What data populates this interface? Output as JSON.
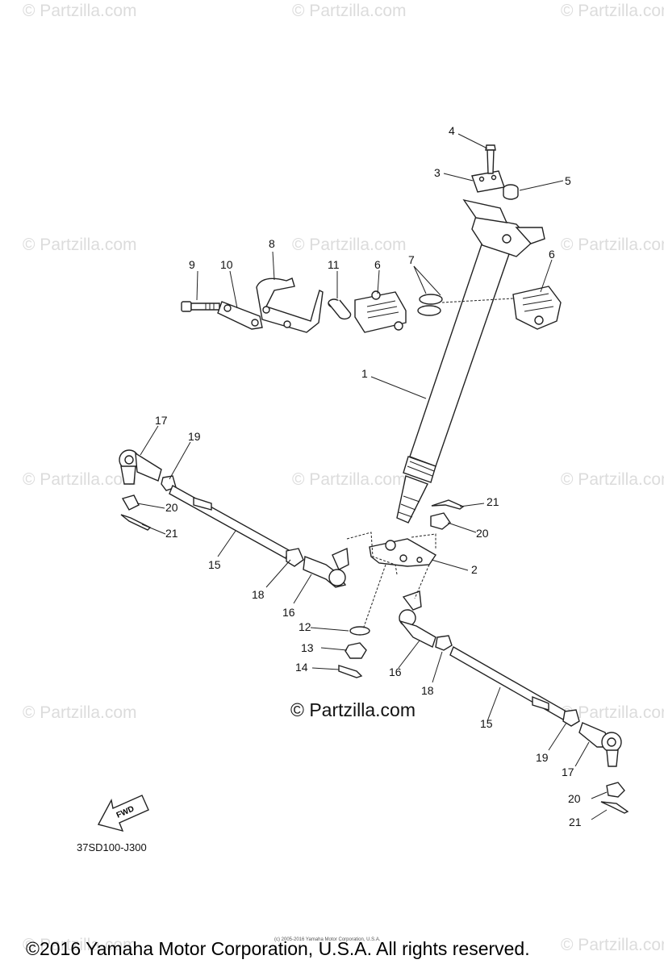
{
  "watermark": "© Partzilla.com",
  "brand_center": "© Partzilla.com",
  "diagram_code": "37SD100-J300",
  "fwd_label": "FWD",
  "copyright": "©2016 Yamaha Motor Corporation, U.S.A. All rights reserved.",
  "small_copyright": "(c) 2005-2016 Yamaha Motor Corporation, U.S.A.",
  "callouts": {
    "c1": "1",
    "c2": "2",
    "c3": "3",
    "c4": "4",
    "c5": "5",
    "c6a": "6",
    "c6b": "6",
    "c7": "7",
    "c8": "8",
    "c9": "9",
    "c10": "10",
    "c11": "11",
    "c12": "12",
    "c13": "13",
    "c14": "14",
    "c15a": "15",
    "c15b": "15",
    "c16a": "16",
    "c16b": "16",
    "c17a": "17",
    "c17b": "17",
    "c18a": "18",
    "c18b": "18",
    "c19a": "19",
    "c19b": "19",
    "c20a": "20",
    "c20b": "20",
    "c20c": "20",
    "c21a": "21",
    "c21b": "21",
    "c21c": "21"
  }
}
